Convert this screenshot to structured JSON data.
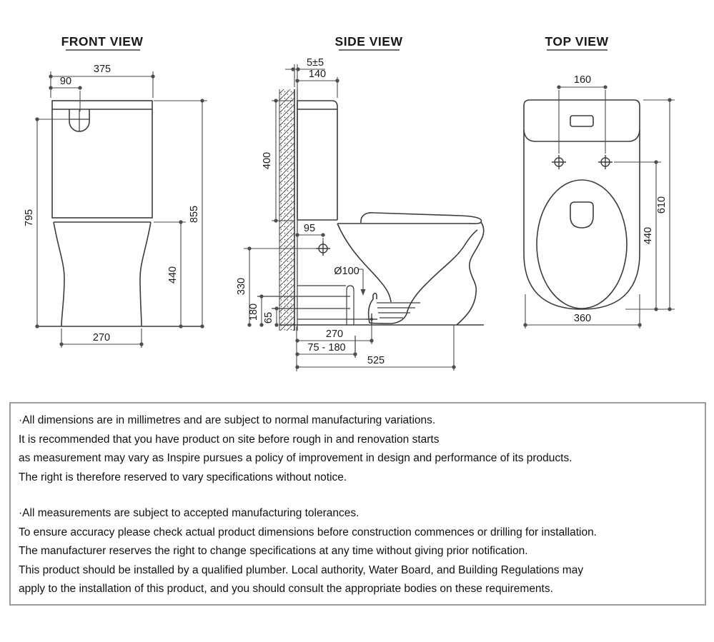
{
  "views": {
    "front": {
      "title": "FRONT VIEW",
      "dims": {
        "tank_width": "375",
        "button_offset": "90",
        "height_to_button": "795",
        "overall_height": "855",
        "seat_height": "440",
        "base_width": "270"
      }
    },
    "side": {
      "title": "SIDE VIEW",
      "dims": {
        "wall_gap": "5±5",
        "tank_depth": "140",
        "tank_height": "400",
        "inlet_offset": "95",
        "outlet_diameter": "Ø100",
        "inlet_height": "330",
        "height_180": "180",
        "height_65": "65",
        "outlet_setout": "270",
        "setout_range": "75 - 180",
        "overall_depth": "525"
      }
    },
    "top": {
      "title": "TOP VIEW",
      "dims": {
        "bolt_spacing": "160",
        "overall_length": "610",
        "bolt_to_front": "440",
        "bowl_width": "360"
      }
    }
  },
  "notes": {
    "para1": [
      "·All dimensions are in millimetres and are subject to normal manufacturing variations.",
      "It is recommended that you have product on site before rough in and renovation starts",
      "as measurement may vary as Inspire pursues a policy of improvement in design and performance of its products.",
      "The right is therefore reserved to vary specifications without notice."
    ],
    "para2": [
      "·All measurements are subject to accepted manufacturing tolerances.",
      "To ensure accuracy please check actual product dimensions before construction commences or drilling for installation.",
      "The manufacturer reserves the right to change specifications at any time without giving prior notification.",
      "This product should be installed by a qualified plumber. Local authority, Water Board, and Building Regulations may",
      "apply to the installation of this product, and you should consult the appropriate bodies on these requirements."
    ]
  },
  "colors": {
    "object_line": "#3c3c3c",
    "dim_line": "#4a4a4a",
    "text": "#1a1a1a",
    "box_border": "#9c9c9c"
  }
}
